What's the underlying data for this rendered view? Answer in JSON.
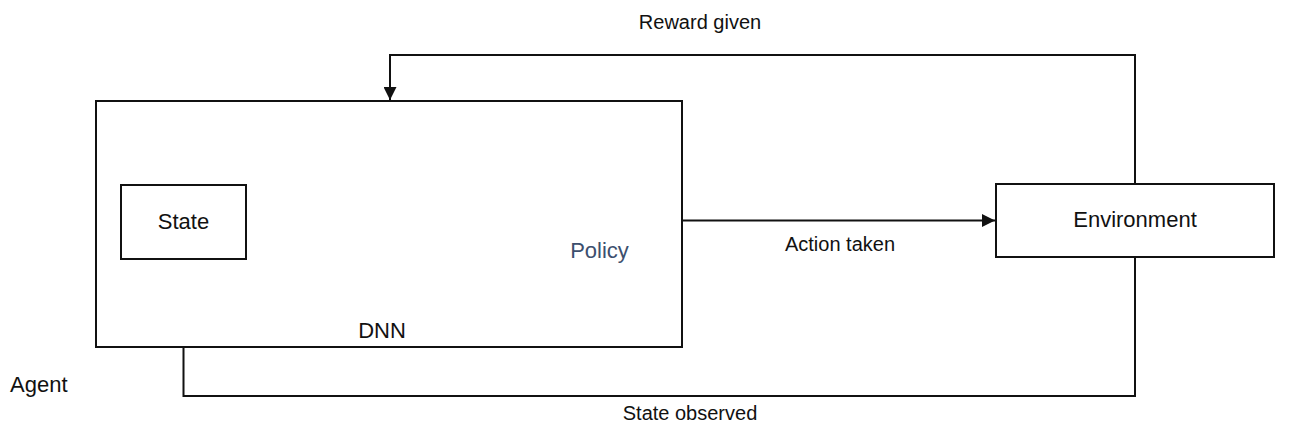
{
  "diagram": {
    "nodes": [
      {
        "text": [
          "Agent"
        ]
      },
      {
        "text": [
          "State"
        ],
        "in": 0
      },
      {
        "text": [
          "DNN"
        ],
        "in": 0
      },
      {
        "text": [
          "Policy"
        ],
        "in": 0
      },
      {
        "text": [
          "Environment"
        ]
      }
    ],
    "edges": [
      {
        "from": 1,
        "to": 2,
        "arrow": "to"
      },
      {
        "from": 2,
        "to": 3,
        "arrow": "to"
      },
      {
        "from": 3,
        "to": 4,
        "label": "Action taken",
        "arrow": "to"
      },
      {
        "from": 4,
        "to": 0,
        "label": "Reward given",
        "arrow": "to"
      },
      {
        "from": 4,
        "to": 1,
        "label": "State observed",
        "arrow": "to"
      }
    ]
  }
}
